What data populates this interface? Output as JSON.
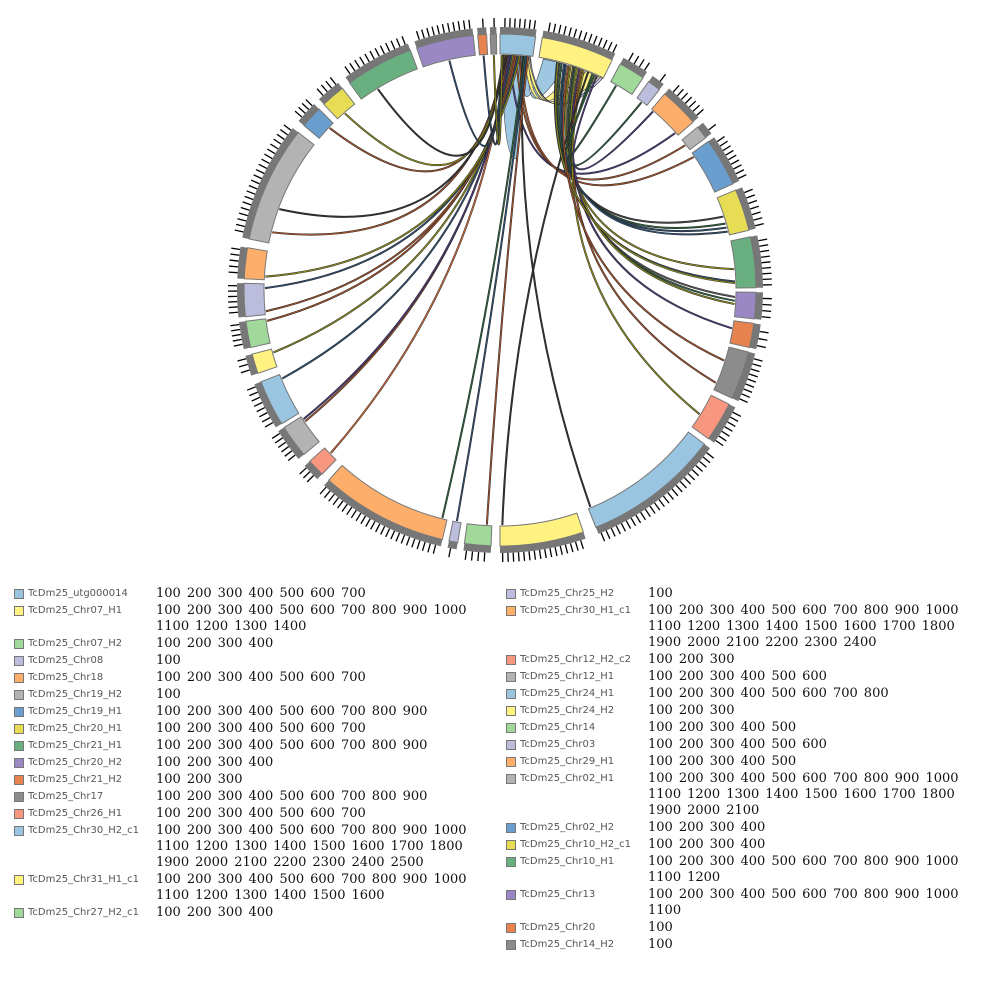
{
  "sectors": [
    {
      "name": "TcDm25_utg000014",
      "color": "#99c5e0",
      "ticks": [
        100,
        200,
        300,
        400,
        500,
        600,
        700
      ]
    },
    {
      "name": "TcDm25_Chr07_H1",
      "color": "#fff280",
      "ticks": [
        100,
        200,
        300,
        400,
        500,
        600,
        700,
        800,
        900,
        1000,
        1100,
        1200,
        1300,
        1400
      ]
    },
    {
      "name": "TcDm25_Chr07_H2",
      "color": "#a1d99b",
      "ticks": [
        100,
        200,
        300,
        400
      ]
    },
    {
      "name": "TcDm25_Chr08",
      "color": "#bcbddc",
      "ticks": [
        100
      ]
    },
    {
      "name": "TcDm25_Chr18",
      "color": "#fdae6b",
      "ticks": [
        100,
        200,
        300,
        400,
        500,
        600,
        700
      ]
    },
    {
      "name": "TcDm25_Chr19_H2",
      "color": "#b3b3b3",
      "ticks": [
        100
      ]
    },
    {
      "name": "TcDm25_Chr19_H1",
      "color": "#6a9ecf",
      "ticks": [
        100,
        200,
        300,
        400,
        500,
        600,
        700,
        800,
        900
      ]
    },
    {
      "name": "TcDm25_Chr20_H1",
      "color": "#e7dd55",
      "ticks": [
        100,
        200,
        300,
        400,
        500,
        600,
        700
      ]
    },
    {
      "name": "TcDm25_Chr21_H1",
      "color": "#6aaf80",
      "ticks": [
        100,
        200,
        300,
        400,
        500,
        600,
        700,
        800,
        900
      ]
    },
    {
      "name": "TcDm25_Chr20_H2",
      "color": "#9a88c4",
      "ticks": [
        100,
        200,
        300,
        400
      ]
    },
    {
      "name": "TcDm25_Chr21_H2",
      "color": "#e6834f",
      "ticks": [
        100,
        200,
        300
      ]
    },
    {
      "name": "TcDm25_Chr17",
      "color": "#8c8c8c",
      "ticks": [
        100,
        200,
        300,
        400,
        500,
        600,
        700,
        800,
        900
      ]
    },
    {
      "name": "TcDm25_Chr26_H1",
      "color": "#f7977f",
      "ticks": [
        100,
        200,
        300,
        400,
        500,
        600,
        700
      ]
    },
    {
      "name": "TcDm25_Chr30_H2_c1",
      "color": "#99c5e0",
      "ticks": [
        100,
        200,
        300,
        400,
        500,
        600,
        700,
        800,
        900,
        1000,
        1100,
        1200,
        1300,
        1400,
        1500,
        1600,
        1700,
        1800,
        1900,
        2000,
        2100,
        2200,
        2300,
        2400,
        2500
      ]
    },
    {
      "name": "TcDm25_Chr31_H1_c1",
      "color": "#fff280",
      "ticks": [
        100,
        200,
        300,
        400,
        500,
        600,
        700,
        800,
        900,
        1000,
        1100,
        1200,
        1300,
        1400,
        1500,
        1600
      ]
    },
    {
      "name": "TcDm25_Chr27_H2_c1",
      "color": "#a1d99b",
      "ticks": [
        100,
        200,
        300,
        400
      ]
    },
    {
      "name": "TcDm25_Chr25_H2",
      "color": "#bcbddc",
      "ticks": [
        100
      ]
    },
    {
      "name": "TcDm25_Chr30_H1_c1",
      "color": "#fdae6b",
      "ticks": [
        100,
        200,
        300,
        400,
        500,
        600,
        700,
        800,
        900,
        1000,
        1100,
        1200,
        1300,
        1400,
        1500,
        1600,
        1700,
        1800,
        1900,
        2000,
        2100,
        2200,
        2300,
        2400
      ]
    },
    {
      "name": "TcDm25_Chr12_H2_c2",
      "color": "#f7977f",
      "ticks": [
        100,
        200,
        300
      ]
    },
    {
      "name": "TcDm25_Chr12_H1",
      "color": "#b3b3b3",
      "ticks": [
        100,
        200,
        300,
        400,
        500,
        600
      ]
    },
    {
      "name": "TcDm25_Chr24_H1",
      "color": "#99c5e0",
      "ticks": [
        100,
        200,
        300,
        400,
        500,
        600,
        700,
        800
      ]
    },
    {
      "name": "TcDm25_Chr24_H2",
      "color": "#fff280",
      "ticks": [
        100,
        200,
        300
      ]
    },
    {
      "name": "TcDm25_Chr14",
      "color": "#a1d99b",
      "ticks": [
        100,
        200,
        300,
        400,
        500
      ]
    },
    {
      "name": "TcDm25_Chr03",
      "color": "#bcbddc",
      "ticks": [
        100,
        200,
        300,
        400,
        500,
        600
      ]
    },
    {
      "name": "TcDm25_Chr29_H1",
      "color": "#fdae6b",
      "ticks": [
        100,
        200,
        300,
        400,
        500
      ]
    },
    {
      "name": "TcDm25_Chr02_H1",
      "color": "#b3b3b3",
      "ticks": [
        100,
        200,
        300,
        400,
        500,
        600,
        700,
        800,
        900,
        1000,
        1100,
        1200,
        1300,
        1400,
        1500,
        1600,
        1700,
        1800,
        1900,
        2000,
        2100
      ]
    },
    {
      "name": "TcDm25_Chr02_H2",
      "color": "#6a9ecf",
      "ticks": [
        100,
        200,
        300,
        400
      ]
    },
    {
      "name": "TcDm25_Chr10_H2_c1",
      "color": "#e7dd55",
      "ticks": [
        100,
        200,
        300,
        400
      ]
    },
    {
      "name": "TcDm25_Chr10_H1",
      "color": "#6aaf80",
      "ticks": [
        100,
        200,
        300,
        400,
        500,
        600,
        700,
        800,
        900,
        1000,
        1100,
        1200
      ]
    },
    {
      "name": "TcDm25_Chr13",
      "color": "#9a88c4",
      "ticks": [
        100,
        200,
        300,
        400,
        500,
        600,
        700,
        800,
        900,
        1000,
        1100
      ]
    },
    {
      "name": "TcDm25_Chr20",
      "color": "#e6834f",
      "ticks": [
        100
      ]
    },
    {
      "name": "TcDm25_Chr14_H2",
      "color": "#8c8c8c",
      "ticks": [
        100
      ]
    }
  ],
  "ribbons": [
    {
      "from": [
        2,
        100,
        600
      ],
      "to": [
        1,
        480,
        700
      ],
      "color": "#99c5e0"
    },
    {
      "from": [
        2,
        700,
        1000
      ],
      "to": [
        1,
        560,
        650
      ],
      "color": "#fff280"
    },
    {
      "from": [
        2,
        1050,
        1350
      ],
      "to": [
        1,
        620,
        700
      ],
      "color": "#fff280"
    },
    {
      "from": [
        2,
        1380,
        1440
      ],
      "to": [
        1,
        650,
        680
      ],
      "color": "#bcbddc"
    },
    {
      "from": [
        1,
        60,
        470
      ],
      "to": [
        1,
        60,
        470
      ],
      "color": "#99c5e0"
    }
  ],
  "links": [
    [
      1,
      220,
      5,
      680,
      "#4b3a78"
    ],
    [
      1,
      380,
      6,
      75,
      "#a0522d"
    ],
    [
      1,
      450,
      7,
      90,
      "#a0522d"
    ],
    [
      2,
      450,
      8,
      380,
      "#444444"
    ],
    [
      2,
      500,
      8,
      520,
      "#2e5e3e"
    ],
    [
      2,
      560,
      8,
      600,
      "#2f4f6f"
    ],
    [
      2,
      600,
      8,
      680,
      "#2f4f6f"
    ],
    [
      2,
      700,
      9,
      570,
      "#8a8a20"
    ],
    [
      2,
      760,
      10,
      90,
      "#555555"
    ],
    [
      2,
      800,
      10,
      160,
      "#2e5e3e"
    ],
    [
      2,
      850,
      10,
      220,
      "#8a8a20"
    ],
    [
      2,
      900,
      11,
      120,
      "#4b3a78"
    ],
    [
      2,
      950,
      12,
      800,
      "#a0522d"
    ],
    [
      2,
      1000,
      13,
      450,
      "#8a8a20"
    ],
    [
      1,
      520,
      14,
      2500,
      "#333333"
    ],
    [
      1,
      560,
      18,
      100,
      "#2e5e3e"
    ],
    [
      1,
      600,
      17,
      80,
      "#2f4f6f"
    ],
    [
      1,
      640,
      16,
      90,
      "#a0522d"
    ],
    [
      2,
      1100,
      15,
      1600,
      "#333333"
    ],
    [
      1,
      150,
      19,
      180,
      "#c86a3a"
    ],
    [
      1,
      190,
      20,
      520,
      "#a0522d"
    ],
    [
      1,
      210,
      20,
      580,
      "#4b3a78"
    ],
    [
      1,
      260,
      21,
      760,
      "#2f4f6f"
    ],
    [
      1,
      300,
      22,
      280,
      "#8a8a20"
    ],
    [
      1,
      330,
      23,
      500,
      "#a0522d"
    ],
    [
      1,
      370,
      24,
      70,
      "#a0522d"
    ],
    [
      1,
      410,
      24,
      560,
      "#2f4f6f"
    ],
    [
      1,
      450,
      25,
      60,
      "#8a8a20"
    ],
    [
      1,
      110,
      26,
      220,
      "#a0522d"
    ],
    [
      1,
      150,
      26,
      700,
      "#333333"
    ],
    [
      1,
      80,
      27,
      320,
      "#a0522d"
    ],
    [
      1,
      90,
      28,
      180,
      "#8a8a20"
    ],
    [
      1,
      70,
      29,
      380,
      "#333333"
    ],
    [
      1,
      60,
      30,
      580,
      "#2f4f6f"
    ],
    [
      1,
      40,
      31,
      75,
      "#2f4f6f"
    ],
    [
      1,
      45,
      32,
      75,
      "#8a8a20"
    ],
    [
      2,
      1200,
      4,
      75,
      "#2e5e3e"
    ],
    [
      2,
      1250,
      3,
      120,
      "#2e5e3e"
    ],
    [
      2,
      1300,
      5,
      50,
      "#4b3a78"
    ],
    [
      2,
      400,
      9,
      820,
      "#2f4f6f"
    ],
    [
      2,
      420,
      9,
      850,
      "#8a8a20"
    ],
    [
      2,
      650,
      12,
      300,
      "#a0522d"
    ]
  ]
}
